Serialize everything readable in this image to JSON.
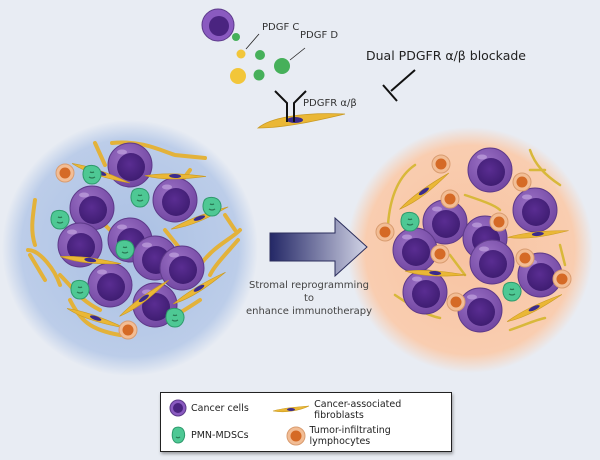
{
  "figure": {
    "title": "Dual PDGFR blockade stromal reprogramming schematic",
    "colors": {
      "background": "#e8ecf3",
      "cancer_cell": "#7b4fa8",
      "cancer_nucleus": "#4a2480",
      "fibroblast": "#e7b534",
      "pmn_mdsc": "#46c08d",
      "til": "#d9732f",
      "til_ring": "#f0b78a",
      "left_tumor_bg": "#b9cbe8",
      "right_tumor_bg": "#fac9a9",
      "pdgf_c": "#f2c63a",
      "pdgf_d": "#46b05a",
      "arrow_dark": "#2a2f6b",
      "arrow_light": "#c9cbe0"
    }
  },
  "top": {
    "pdgf_c_label": "PDGF C",
    "pdgf_d_label": "PDGF D",
    "receptor_label": "PDGFR α/β",
    "blockade_label": "Dual PDGFR α/β blockade"
  },
  "center": {
    "caption_line1": "Stromal reprogramming to",
    "caption_line2": "enhance immunotherapy"
  },
  "legend": {
    "items": [
      {
        "label": "Cancer cells",
        "icon": "cancer-cell-icon"
      },
      {
        "label": "Cancer-associated fibroblasts",
        "icon": "fibroblast-icon"
      },
      {
        "label": "PMN-MDSCs",
        "icon": "mdsc-icon"
      },
      {
        "label": "Tumor-infiltrating lymphocytes",
        "icon": "lymphocyte-icon"
      }
    ]
  }
}
